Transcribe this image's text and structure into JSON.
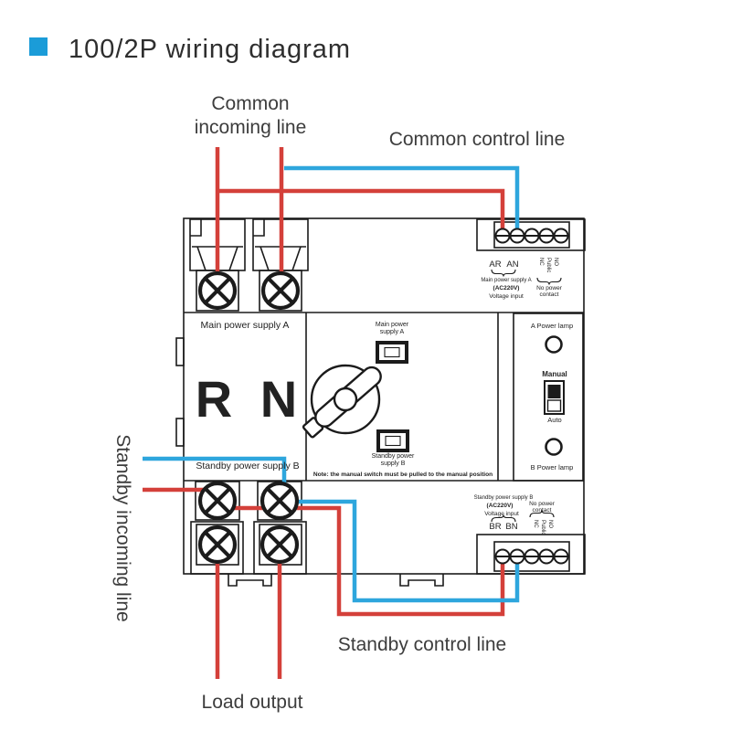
{
  "title": {
    "text": "100/2P wiring diagram"
  },
  "annotations": {
    "common_incoming_line1": "Common",
    "common_incoming_line2": "incoming line",
    "common_control": "Common control line",
    "standby_incoming": "Standby incoming line",
    "standby_control": "Standby control line",
    "load_output": "Load output"
  },
  "device": {
    "sections": {
      "main_supply": "Main power supply A",
      "standby_supply": "Standby power supply B",
      "phase_left": "R",
      "phase_right": "N",
      "note": "Note: the manual switch must be pulled to the manual position"
    },
    "indicators": {
      "top_line1": "Main power",
      "top_line2": "supply A",
      "bottom_line1": "Standby power",
      "bottom_line2": "supply B"
    },
    "right_panel": {
      "a_lamp": "A Power lamp",
      "manual": "Manual",
      "auto": "Auto",
      "b_lamp": "B Power lamp"
    },
    "top_terminal": {
      "pin1": "AR",
      "pin2": "AN",
      "desc1": "Main power supply A",
      "desc2": "(AC220V)",
      "desc3": "Voltage input",
      "contact": [
        "NC",
        "Public",
        "NO"
      ],
      "contact_desc1": "No power",
      "contact_desc2": "contact"
    },
    "bottom_terminal": {
      "pin1": "BR",
      "pin2": "BN",
      "desc1": "Standby power supply B",
      "desc2": "(AC220V)",
      "desc3": "Voltage input",
      "contact": [
        "NC",
        "Public",
        "NO"
      ],
      "contact_desc1": "No power",
      "contact_desc2": "contact"
    }
  },
  "colors": {
    "wire_red": "#d4403a",
    "wire_blue": "#2ea6dd",
    "bullet_blue": "#1b9cd8",
    "line": "#1b1b1b",
    "text": "#333333"
  }
}
